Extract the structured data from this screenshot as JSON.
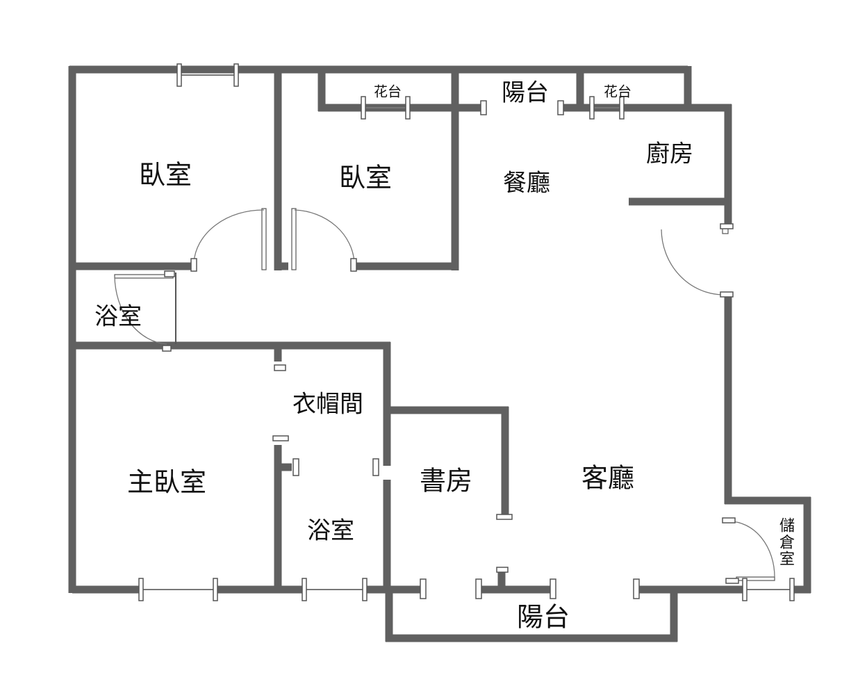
{
  "plan": {
    "wall_color": "#606060",
    "rooms": {
      "bedroom_1": "臥室",
      "bedroom_2": "臥室",
      "dining": "餐廳",
      "kitchen": "廚房",
      "balcony_top": "陽台",
      "planter_left": "花台",
      "planter_right": "花台",
      "bath_1": "浴室",
      "walk_in_closet": "衣帽間",
      "master_bedroom": "主臥室",
      "bath_2": "浴室",
      "study": "書房",
      "living": "客廳",
      "storage": "儲倉室",
      "balcony_bottom": "陽台"
    }
  }
}
